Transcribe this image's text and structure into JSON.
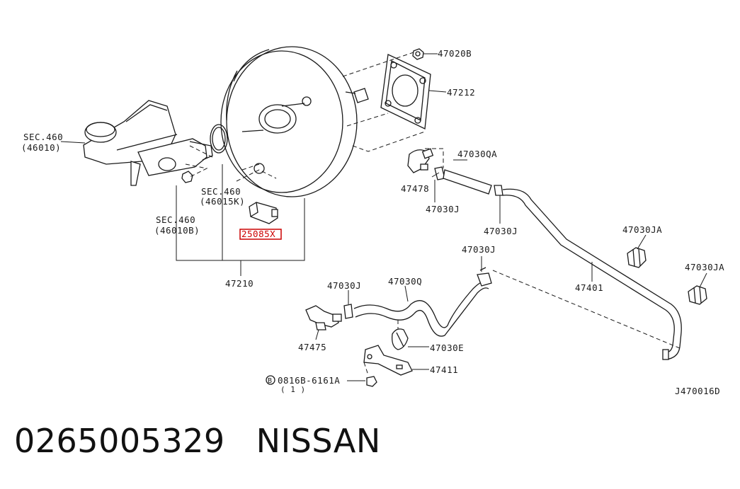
{
  "labels": {
    "p47020B": "47020B",
    "p47212": "47212",
    "p47030QA": "47030QA",
    "p47478": "47478",
    "p47030J_a": "47030J",
    "p47030J_b": "47030J",
    "p47030JA_a": "47030JA",
    "p47030JA_b": "47030JA",
    "p47030J_c": "47030J",
    "p47401": "47401",
    "p47030J_d": "47030J",
    "p47030Q": "47030Q",
    "p47475": "47475",
    "p47030E": "47030E",
    "p47411": "47411",
    "bolt": "0816B-6161A",
    "bolt_qty": "( 1 )",
    "bolt_circle": "B",
    "sec460_a": "SEC.460",
    "sec460_a_sub": "(46010)",
    "sec460_b": "SEC.460",
    "sec460_b_sub": "(46015K)",
    "sec460_c": "SEC.460",
    "sec460_c_sub": "(46010B)",
    "highlight": "25085X",
    "p47210": "47210",
    "figure_id": "J470016D"
  },
  "caption": {
    "part_number": "0265005329",
    "brand": "NISSAN"
  },
  "colors": {
    "highlight": "#cc0000",
    "ink": "#1a1a1a"
  }
}
